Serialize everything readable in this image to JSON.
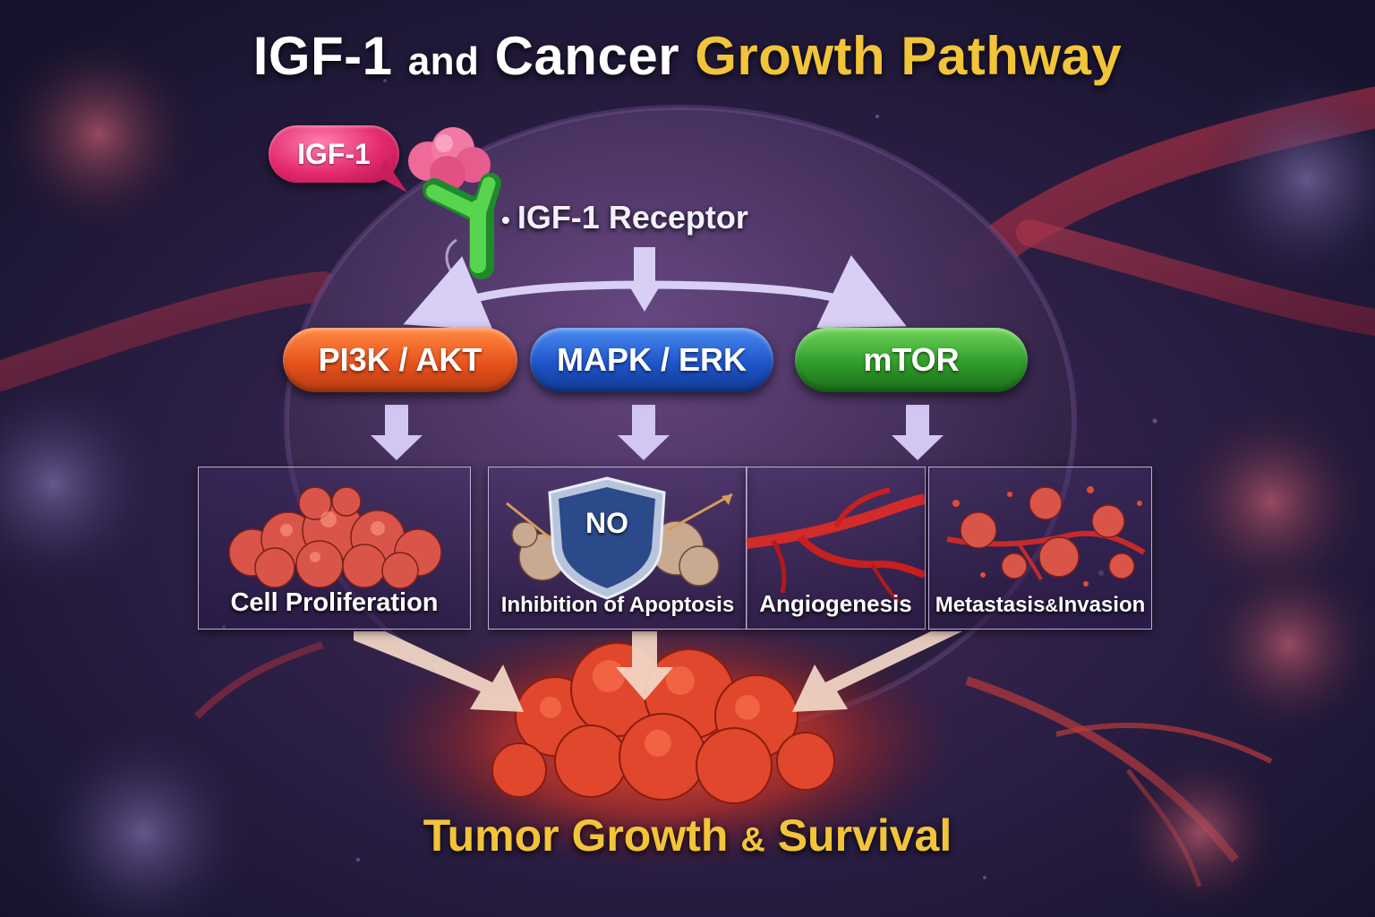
{
  "title": {
    "part1": "IGF-1",
    "part2": "and",
    "part3": "Cancer",
    "part4": "Growth Pathway"
  },
  "ligand": {
    "label": "IGF-1"
  },
  "receptor": {
    "bullet": "•",
    "label": "IGF-1 Receptor"
  },
  "pathways": [
    {
      "label": "PI3K / AKT",
      "color": "#e9531d"
    },
    {
      "label": "MAPK / ERK",
      "color": "#1f55c9"
    },
    {
      "label": "mTOR",
      "color": "#2f9d2a"
    }
  ],
  "outcomes": [
    {
      "label": "Cell Proliferation"
    },
    {
      "label": "Inhibition of Apoptosis",
      "badge": "NO"
    },
    {
      "label": "Angiogenesis"
    },
    {
      "label_part1": "Metastasis",
      "label_amp": "&",
      "label_part2": "Invasion"
    }
  ],
  "result": {
    "part1": "Tumor Growth",
    "amp": "&",
    "part2": "Survival"
  },
  "colors": {
    "title_accent": "#f2c43a",
    "result_text": "#f2c43a",
    "ligand": "#e32a6d",
    "receptor": "#3ecb4a",
    "arrows": "#cfc3f2"
  }
}
